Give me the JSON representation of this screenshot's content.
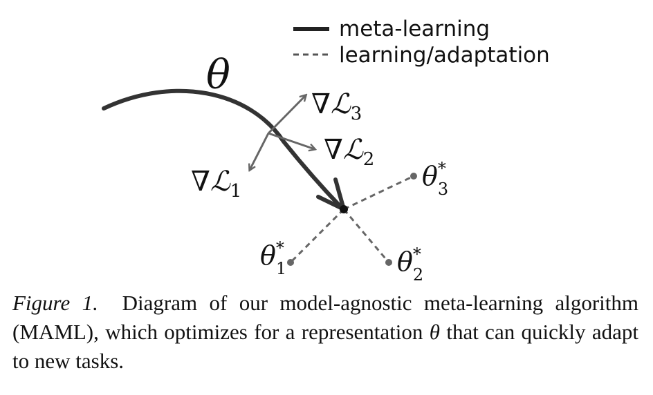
{
  "legend": {
    "items": [
      {
        "label": "meta-learning",
        "style": "solid",
        "color": "#333333"
      },
      {
        "label": "learning/adaptation",
        "style": "dashed",
        "color": "#666666"
      }
    ]
  },
  "labels": {
    "theta": "θ",
    "grad_symbol": "∇",
    "loss_symbol": "ℒ",
    "grad_loss_1_sub": "1",
    "grad_loss_2_sub": "2",
    "grad_loss_3_sub": "3",
    "theta_star_base": "θ",
    "theta_star_sup": "*",
    "theta_star_1_sub": "1",
    "theta_star_2_sub": "2",
    "theta_star_3_sub": "3"
  },
  "caption": {
    "label": "Figure 1.",
    "text_before": "Diagram of our model-agnostic meta-learning algorithm (MAML), which optimizes for a representation",
    "theta": "θ",
    "text_after": "that can quickly adapt to new tasks."
  },
  "colors": {
    "meta_path": "#333333",
    "gradient_arrows": "#666666",
    "adaptation_dashed": "#666666",
    "points": "#111111"
  }
}
